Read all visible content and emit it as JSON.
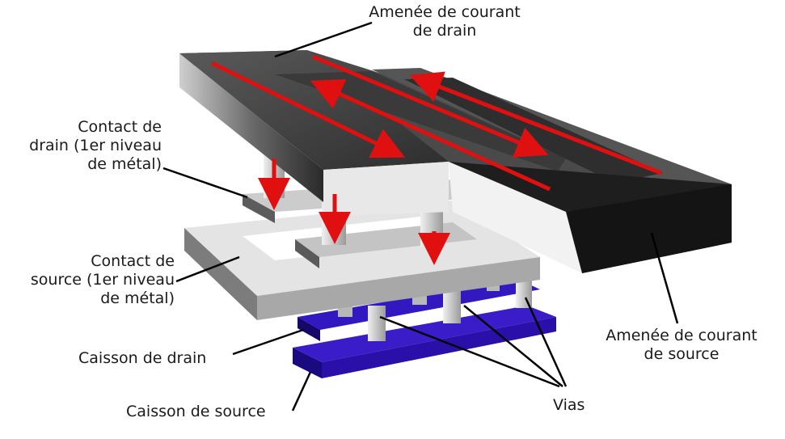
{
  "labels": {
    "drain_current_line1": "Amenée de courant",
    "drain_current_line2": "de drain",
    "drain_contact_line1": "Contact de",
    "drain_contact_line2": "drain (1er niveau",
    "drain_contact_line3": "de métal)",
    "source_contact_line1": "Contact de",
    "source_contact_line2": "source (1er niveau",
    "source_contact_line3": "de métal)",
    "drain_well": "Caisson de drain",
    "source_well": "Caisson de source",
    "vias": "Vias",
    "source_current_line1": "Amenée de courant",
    "source_current_line2": "de source"
  },
  "colors": {
    "dark_metal_top": "#4a4a4a",
    "dark_metal_side": "#1e1e1e",
    "light_metal_top": "#d2d2d2",
    "light_metal_side": "#8c8c8c",
    "well_blue": "#2a10a8",
    "well_blue_side": "#16086a",
    "current_arrow": "#e01010",
    "leader_line": "#000000"
  }
}
